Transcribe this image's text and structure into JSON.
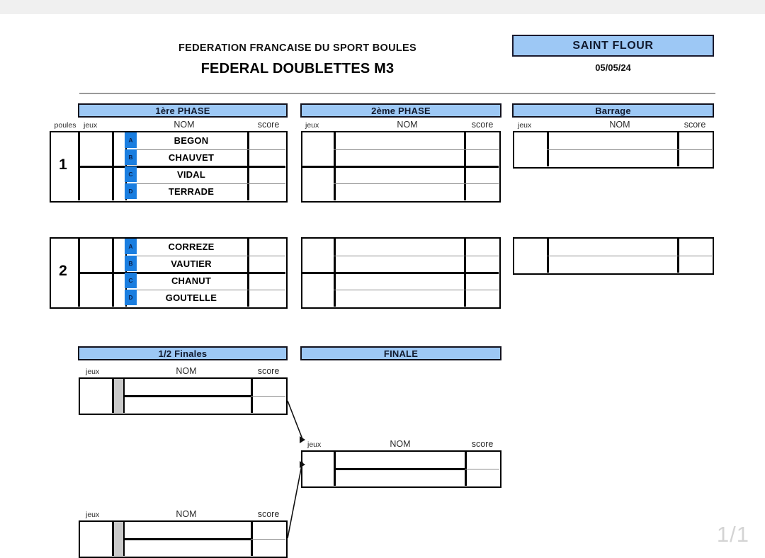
{
  "viewer": {
    "page_indicator": "1/1"
  },
  "header": {
    "federation": "FEDERATION FRANCAISE DU SPORT BOULES",
    "title": "FEDERAL DOUBLETTES M3",
    "venue": "SAINT FLOUR",
    "date": "05/05/24"
  },
  "banners": {
    "phase1": "1ère PHASE",
    "phase2": "2ème PHASE",
    "barrage": "Barrage",
    "semis": "1/2 Finales",
    "final": "FINALE"
  },
  "captions": {
    "poules": "poules",
    "jeux": "jeux",
    "nom": "NOM",
    "score": "score"
  },
  "phase1": {
    "pools": [
      {
        "number": "1",
        "slots": [
          {
            "letter": "A",
            "name": "BEGON"
          },
          {
            "letter": "B",
            "name": "CHAUVET"
          },
          {
            "letter": "C",
            "name": "VIDAL"
          },
          {
            "letter": "D",
            "name": "TERRADE"
          }
        ]
      },
      {
        "number": "2",
        "slots": [
          {
            "letter": "A",
            "name": "CORREZE"
          },
          {
            "letter": "B",
            "name": "VAUTIER"
          },
          {
            "letter": "C",
            "name": "CHANUT"
          },
          {
            "letter": "D",
            "name": "GOUTELLE"
          }
        ]
      }
    ]
  },
  "phase2": {
    "blocks": [
      {
        "rows": [
          {
            "name": "",
            "score": ""
          },
          {
            "name": "",
            "score": ""
          },
          {
            "name": "",
            "score": ""
          },
          {
            "name": "",
            "score": ""
          }
        ]
      },
      {
        "rows": [
          {
            "name": "",
            "score": ""
          },
          {
            "name": "",
            "score": ""
          },
          {
            "name": "",
            "score": ""
          },
          {
            "name": "",
            "score": ""
          }
        ]
      }
    ]
  },
  "barrage": {
    "blocks": [
      {
        "rows": [
          {
            "name": "",
            "score": ""
          },
          {
            "name": "",
            "score": ""
          }
        ]
      },
      {
        "rows": [
          {
            "name": "",
            "score": ""
          },
          {
            "name": "",
            "score": ""
          }
        ]
      }
    ]
  },
  "semifinals": [
    {
      "rows": [
        {
          "name": "",
          "score": ""
        },
        {
          "name": "",
          "score": ""
        }
      ]
    },
    {
      "rows": [
        {
          "name": "",
          "score": ""
        },
        {
          "name": "",
          "score": ""
        }
      ]
    }
  ],
  "final": {
    "rows": [
      {
        "name": "",
        "score": ""
      },
      {
        "name": "",
        "score": ""
      }
    ]
  },
  "colors": {
    "banner_blue": "#9dc8f5",
    "slot_blue": "#1a7ee0",
    "border": "#000000",
    "page_number": "#d4d4d4"
  }
}
